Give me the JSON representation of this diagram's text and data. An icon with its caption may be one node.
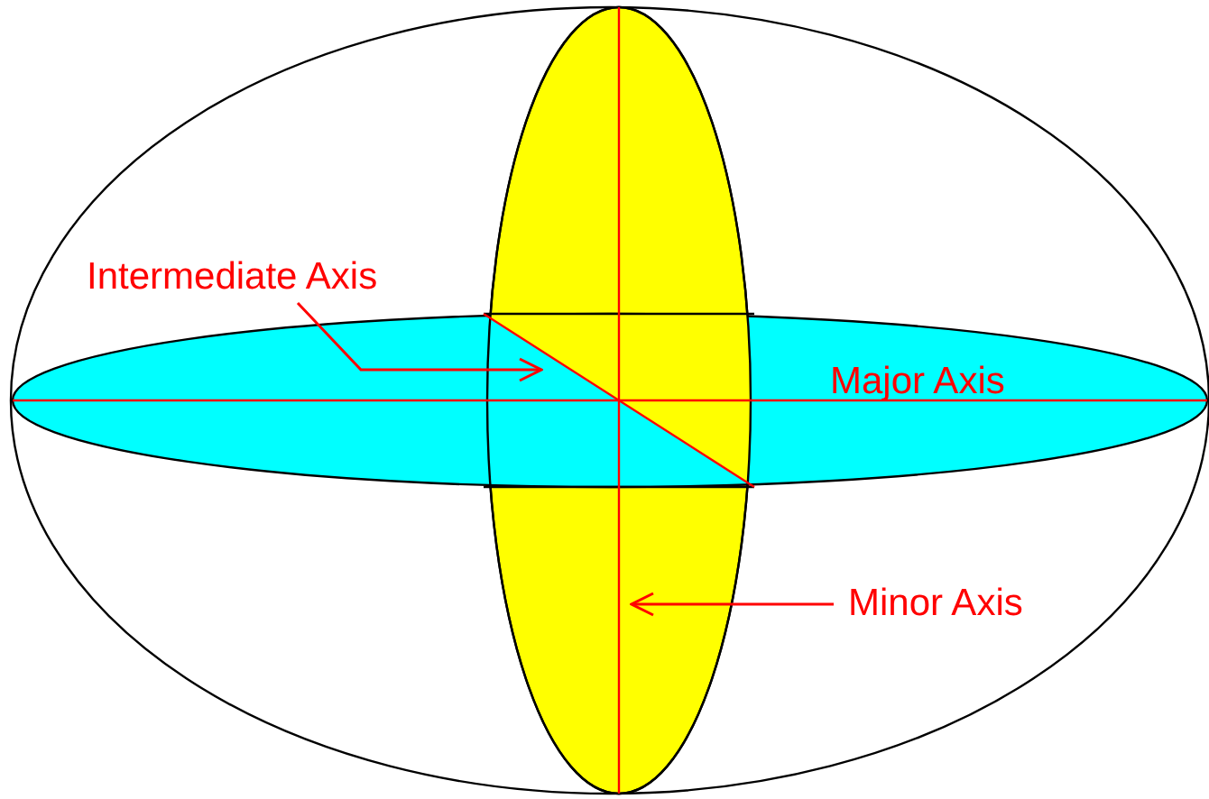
{
  "diagram": {
    "nodes": [
      {
        "text": [
          "Intermediate Axis"
        ]
      },
      {
        "text": [
          "Minor Axis"
        ]
      }
    ],
    "edges": [
      {
        "from": 0,
        "to": null,
        "arrow": "to"
      },
      {
        "from": 1,
        "to": null,
        "arrow": "to"
      }
    ],
    "labels": [
      "Major Axis"
    ]
  }
}
